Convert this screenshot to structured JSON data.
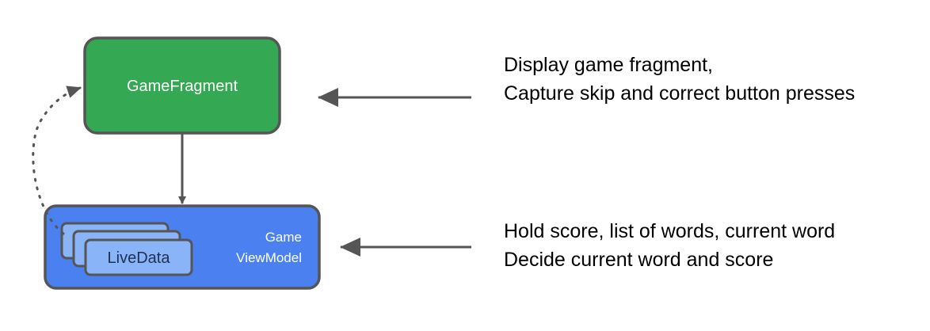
{
  "nodes": {
    "game_fragment": {
      "label": "GameFragment",
      "color": "#34a853"
    },
    "view_model": {
      "label_line1": "Game",
      "label_line2": "ViewModel",
      "color": "#4a80f0"
    },
    "live_data": {
      "label": "LiveData",
      "color": "#8ab4f8"
    }
  },
  "descriptions": {
    "fragment": {
      "line1": "Display game fragment,",
      "line2": "Capture skip and correct button presses"
    },
    "view_model": {
      "line1": "Hold score, list of words, current word",
      "line2": "Decide current word and score"
    }
  },
  "colors": {
    "border": "#555555",
    "arrow": "#555555"
  }
}
